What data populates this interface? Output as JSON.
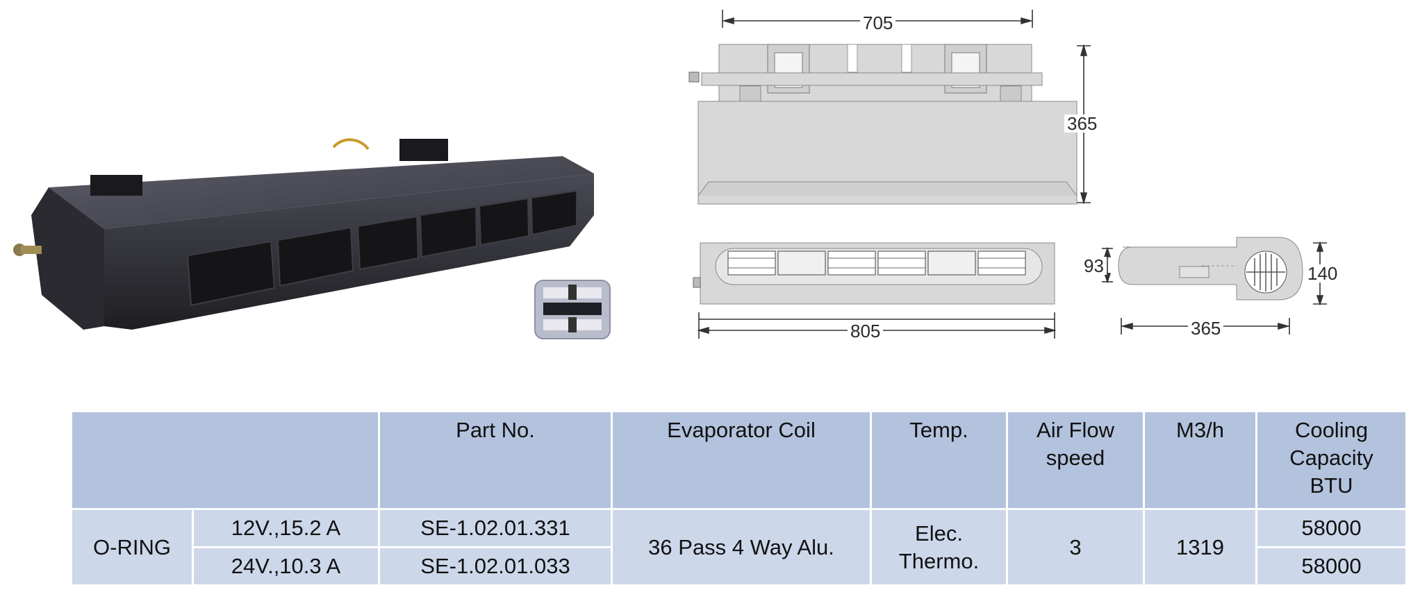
{
  "colors": {
    "table_header": "#b3c2dd",
    "table_body": "#cdd7ea",
    "drawing_fill": "#d8d8d8",
    "unit_body": "#2e2e33"
  },
  "drawings": {
    "top_view_width": "705",
    "top_view_height": "365",
    "front_view_width": "805",
    "side_view_height_inner": "93",
    "side_view_height_outer": "140",
    "side_view_width": "365"
  },
  "table": {
    "headers": {
      "part_no": "Part No.",
      "evaporator_coil": "Evaporator Coil",
      "temp": "Temp.",
      "air_flow": "Air Flow\nspeed",
      "m3h": "M3/h",
      "cooling": "Cooling\nCapacity\nBTU"
    },
    "model": "O-RING",
    "rows": [
      {
        "power": "12V.,15.2 A",
        "part_no": "SE-1.02.01.331",
        "cooling": "58000"
      },
      {
        "power": "24V.,10.3 A",
        "part_no": "SE-1.02.01.033",
        "cooling": "58000"
      }
    ],
    "evaporator_coil": "36 Pass 4 Way Alu.",
    "temp": "Elec.\nThermo.",
    "air_flow": "3",
    "m3h": "1319"
  }
}
